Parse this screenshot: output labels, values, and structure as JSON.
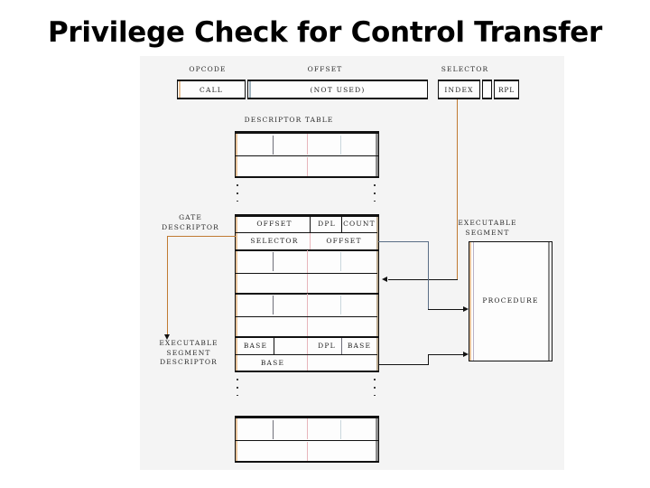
{
  "slide": {
    "title": "Privilege Check for Control Transfer",
    "background": "#ffffff",
    "figure_background": "#f4f4f4"
  },
  "colors": {
    "text": "#000000",
    "line": "#121212",
    "orange_connector": "#c07a32",
    "blue_connector": "#5a6e86",
    "table_edge": "#e8c39a"
  },
  "instruction": {
    "headers": {
      "opcode": "OPCODE",
      "offset": "OFFSET",
      "selector": "SELECTOR"
    },
    "fields": {
      "opcode_value": "CALL",
      "offset_value": "(NOT USED)",
      "selector_index": "INDEX",
      "selector_rpl": "RPL"
    }
  },
  "descriptor_table": {
    "label": "DESCRIPTOR TABLE",
    "top_block": {
      "rows": [
        {
          "cells": [
            "",
            "",
            "",
            ""
          ]
        },
        {
          "cells": [
            "",
            ""
          ]
        }
      ]
    },
    "gate_descriptor": {
      "label_lines": [
        "GATE",
        "DESCRIPTOR"
      ],
      "rows": [
        {
          "cells": [
            "OFFSET",
            "DPL",
            "COUNT"
          ]
        },
        {
          "cells": [
            "SELECTOR",
            "OFFSET"
          ]
        }
      ]
    },
    "middle_rows": [
      {
        "cells": [
          "",
          "",
          "",
          ""
        ]
      },
      {
        "cells": [
          "",
          ""
        ]
      },
      {
        "cells": [
          "",
          "",
          "",
          ""
        ]
      },
      {
        "cells": [
          "",
          ""
        ]
      }
    ],
    "executable_segment_descriptor": {
      "label_lines": [
        "EXECUTABLE",
        "SEGMENT",
        "DESCRIPTOR"
      ],
      "rows": [
        {
          "cells": [
            "BASE",
            "",
            "DPL",
            "BASE"
          ]
        },
        {
          "cells": [
            "BASE",
            ""
          ]
        }
      ]
    },
    "bottom_block": {
      "rows": [
        {
          "cells": [
            "",
            "",
            "",
            ""
          ]
        },
        {
          "cells": [
            "",
            ""
          ]
        }
      ]
    },
    "ellipsis_marks": 3
  },
  "executable_segment": {
    "label_lines": [
      "EXECUTABLE",
      "SEGMENT"
    ],
    "procedure_label": "PROCEDURE"
  }
}
